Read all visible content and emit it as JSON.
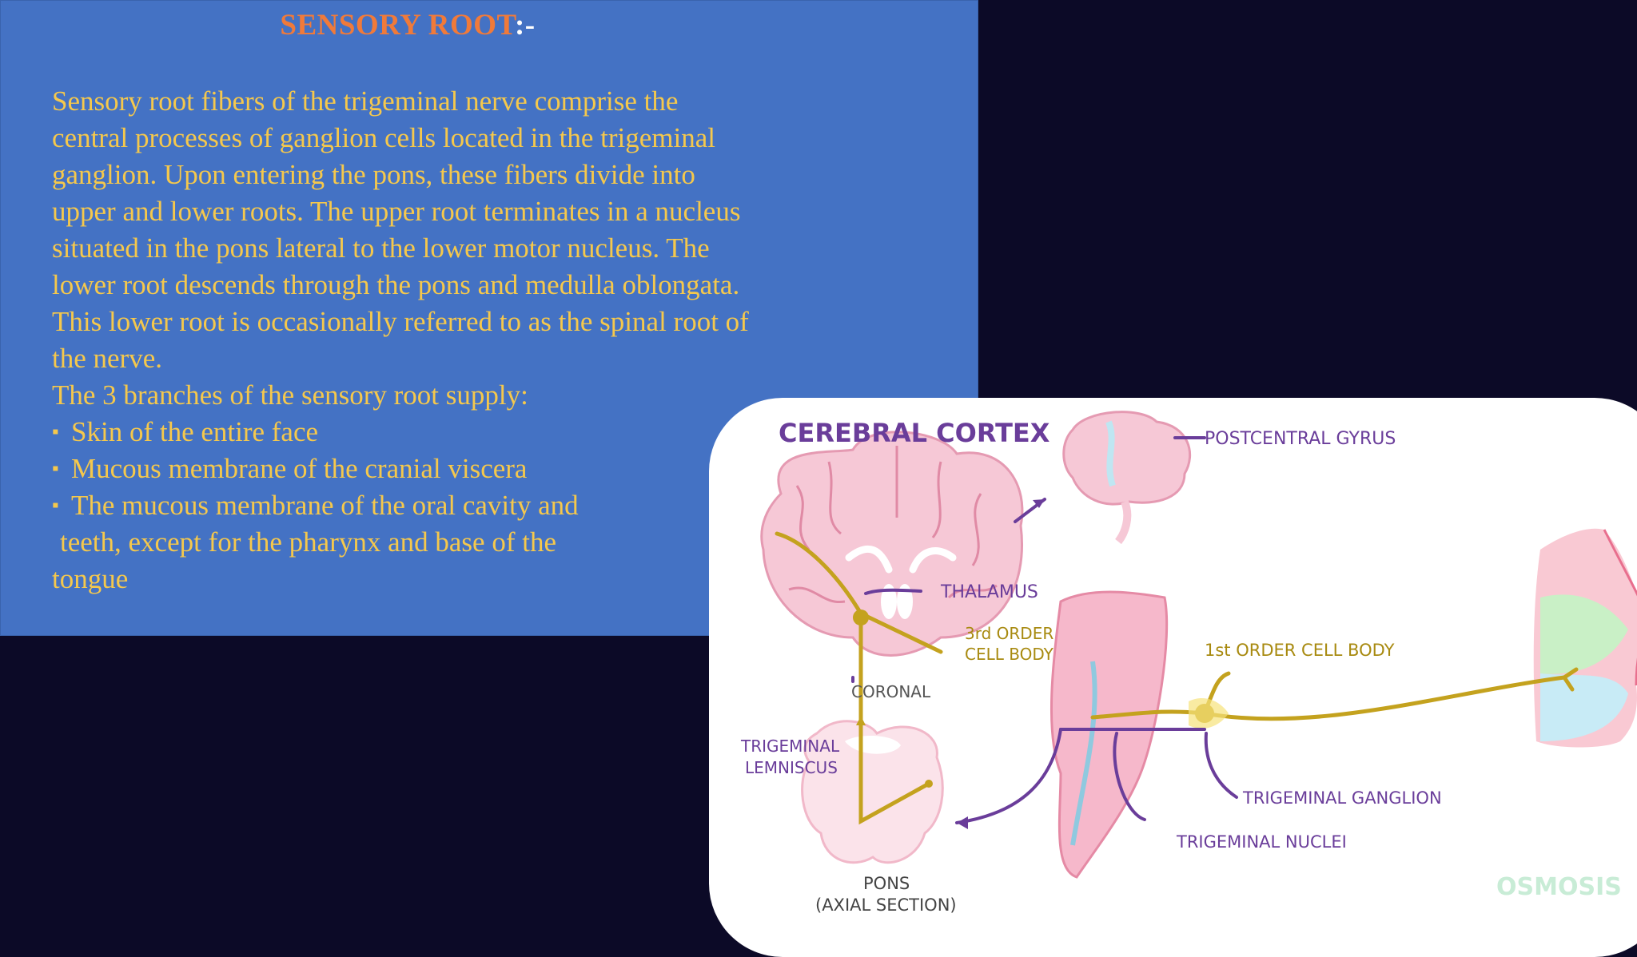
{
  "slide": {
    "title_main": "SENSORY ROOT",
    "title_suffix": ":-",
    "paragraph_lines": [
      "Sensory root fibers of the trigeminal nerve comprise the",
      "central processes of ganglion cells located in the trigeminal",
      "ganglion. Upon entering the pons, these fibers divide into",
      "upper and lower roots. The upper root terminates in a nucleus",
      "situated in the pons lateral to the lower motor nucleus. The",
      "lower root descends through the pons and medulla oblongata.",
      "This lower root is occasionally referred to as the spinal root of",
      "the nerve."
    ],
    "list_intro": "The 3 branches of the sensory root supply:",
    "bullets": [
      "Skin of the entire face",
      "Mucous membrane of the cranial viscera",
      "The mucous membrane of the oral cavity and"
    ],
    "bullet_continuation": [
      "teeth, except for the pharynx and base of the",
      "tongue"
    ]
  },
  "figure": {
    "labels": {
      "cerebral_cortex": "CEREBRAL CORTEX",
      "postcentral_gyrus": "POSTCENTRAL GYRUS",
      "thalamus": "THALAMUS",
      "third_order": "3rd ORDER",
      "cell_body": "CELL BODY",
      "coronal": "CORONAL",
      "trigeminal": "TRIGEMINAL",
      "lemniscus": "LEMNISCUS",
      "first_order_cell_body": "1st ORDER CELL BODY",
      "trigeminal_ganglion": "TRIGEMINAL GANGLION",
      "trigeminal_nuclei": "TRIGEMINAL NUCLEI",
      "pons": "PONS",
      "axial_section": "(AXIAL SECTION)",
      "watermark": "OSMOSIS"
    },
    "colors": {
      "label_purple": "#6a3d9a",
      "label_gold": "#a88a10",
      "nerve_gold": "#c4a21e",
      "brain_pink": "#f6c8d6"
    }
  }
}
